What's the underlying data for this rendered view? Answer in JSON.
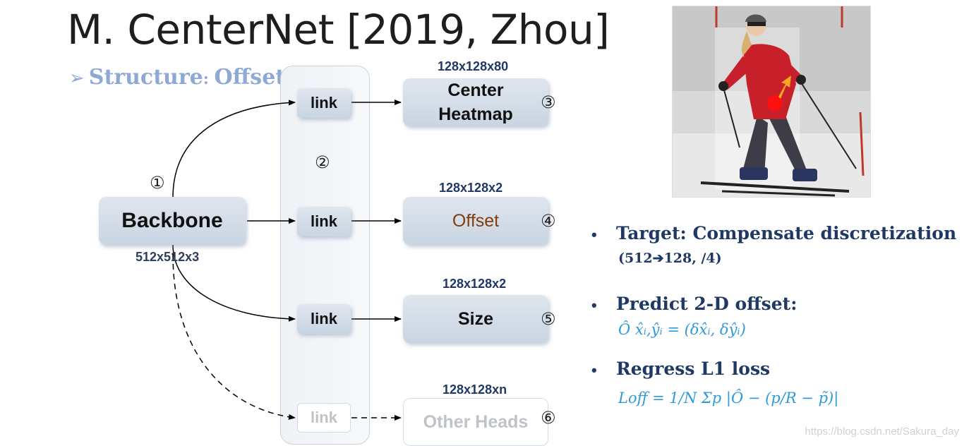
{
  "title": "M. CenterNet [2019, Zhou]",
  "subtitle": {
    "arrow": "➢",
    "part1": "Structure",
    "colon": ": ",
    "part2": "Offset"
  },
  "backbone": {
    "label": "Backbone",
    "dim": "512x512x3"
  },
  "links": [
    {
      "label": "link"
    },
    {
      "label": "link"
    },
    {
      "label": "link"
    },
    {
      "label": "link"
    }
  ],
  "heads": [
    {
      "line1": "Center",
      "line2": "Heatmap",
      "dim": "128x128x80",
      "num": "③"
    },
    {
      "label": "Offset",
      "dim": "128x128x2",
      "num": "④"
    },
    {
      "label": "Size",
      "dim": "128x128x2",
      "num": "⑤"
    },
    {
      "label": "Other Heads",
      "dim": "128x128xn",
      "num": "⑥"
    }
  ],
  "markers": {
    "one": "①",
    "two": "②"
  },
  "bullets": [
    {
      "title": "Target: Compensate discretization",
      "sub": "(512➔128, /4)"
    },
    {
      "title": "Predict 2-D offset:",
      "formula": "Ô x̂ᵢ,ŷᵢ = (δx̂ᵢ, δŷᵢ)"
    },
    {
      "title": "Regress L1 loss",
      "formula": "Loff = 1/N Σp |Ô − (p/R − p̃)|"
    }
  ],
  "bullet_char": "•",
  "watermark": "https://blog.csdn.net/Sakura_day",
  "colors": {
    "title": "#1e1e1e",
    "subtitle": "#8fa9d6",
    "bullet": "#1f3864",
    "formula": "#2e9ad8",
    "offset": "#843c0c"
  }
}
